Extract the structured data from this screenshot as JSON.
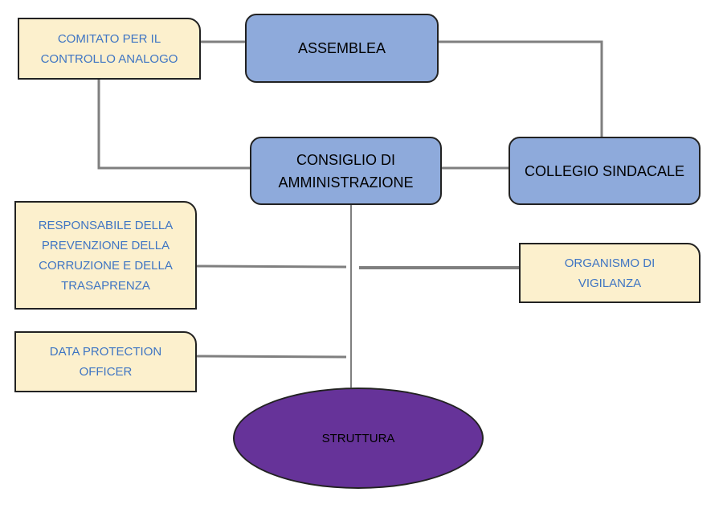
{
  "nodes": {
    "assemblea": "ASSEMBLEA",
    "comitato": "COMITATO PER IL\nCONTROLLO ANALOGO",
    "consiglio": "CONSIGLIO DI\nAMMINISTRAZIONE",
    "collegio": "COLLEGIO SINDACALE",
    "responsabile": "RESPONSABILE DELLA\nPREVENZIONE DELLA\nCORRUZIONE E DELLA\nTRASAPRENZA",
    "organismo": "ORGANISMO DI\nVIGILANZA",
    "dpo": "DATA PROTECTION\nOFFICER",
    "struttura": "STRUTTURA"
  },
  "colors": {
    "governance_box": "#8eaadb",
    "staff_box": "#fcf0cd",
    "staff_text": "#3f75c3",
    "struttura": "#663399",
    "connector": "#7f7f7f"
  }
}
